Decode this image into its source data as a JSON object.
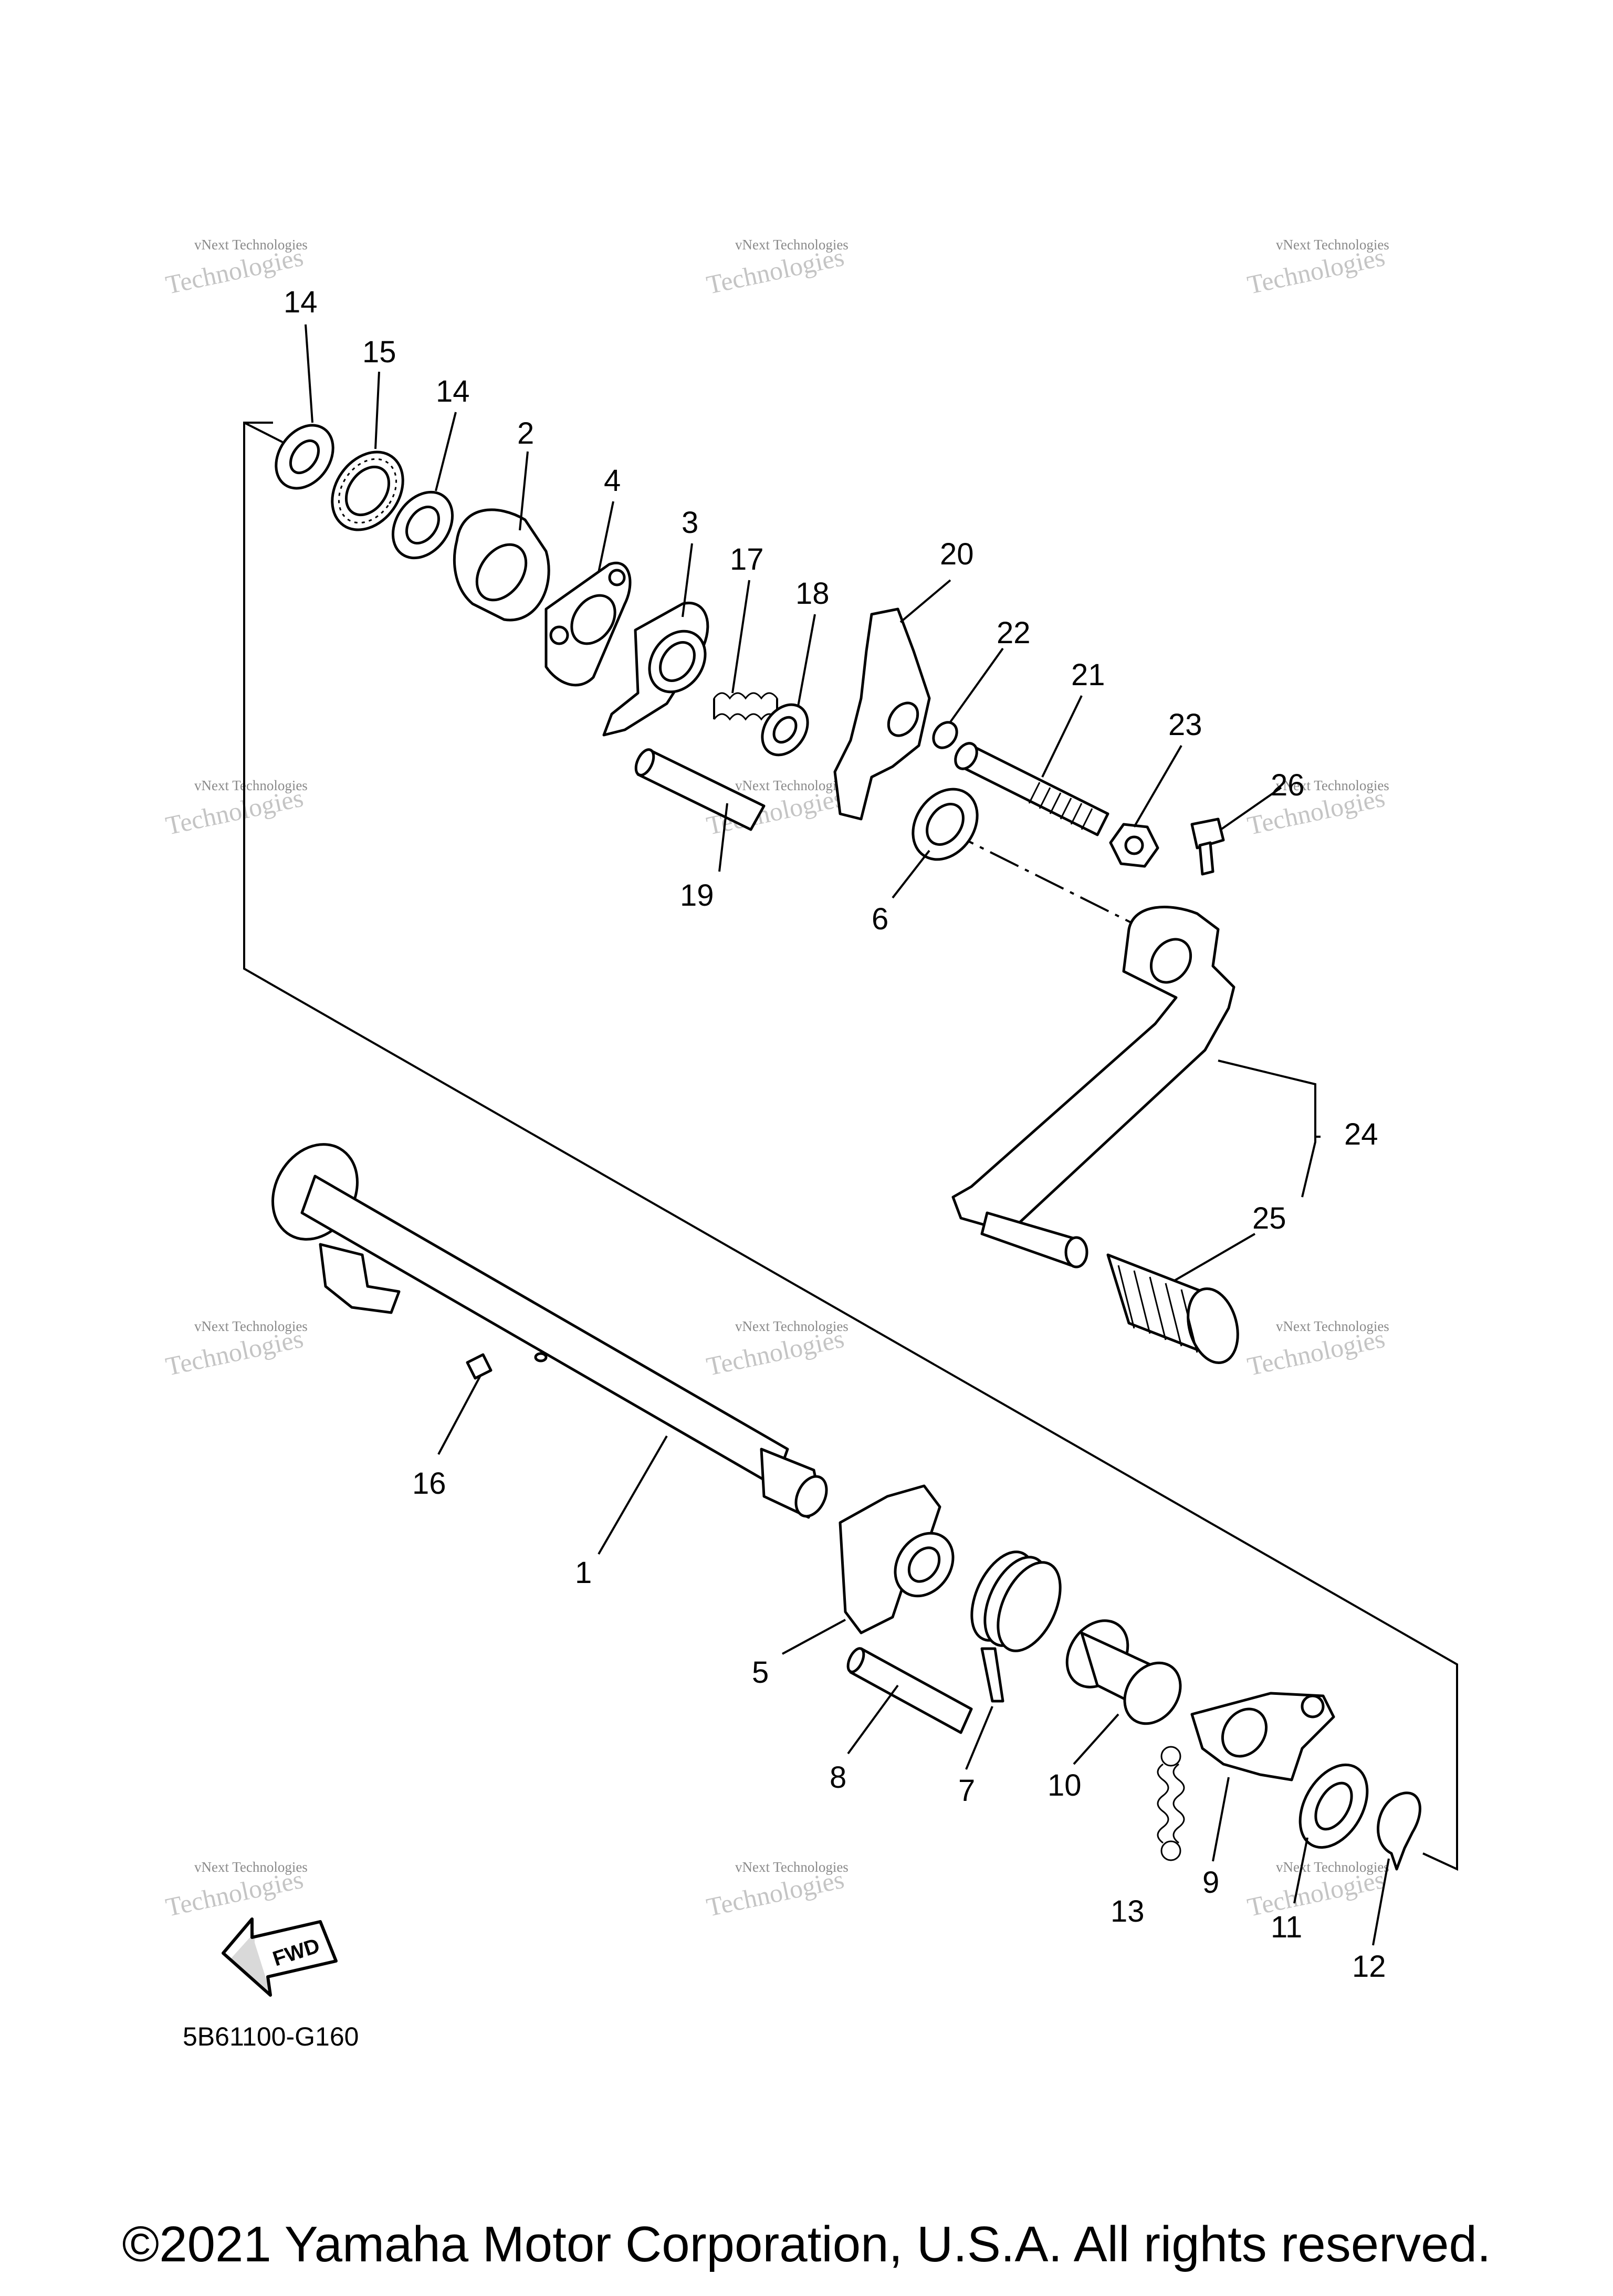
{
  "callouts": [
    "1",
    "2",
    "3",
    "4",
    "5",
    "6",
    "7",
    "8",
    "9",
    "10",
    "11",
    "12",
    "13",
    "14",
    "14",
    "15",
    "16",
    "17",
    "18",
    "19",
    "20",
    "21",
    "22",
    "23",
    "24",
    "25",
    "26"
  ],
  "watermark": {
    "line1": "vNext Technologies",
    "line2": "Technologies"
  },
  "fwd_label": "FWD",
  "diagram_code": "5B61100-G160",
  "copyright": "©2021 Yamaha Motor Corporation, U.S.A. All rights reserved."
}
